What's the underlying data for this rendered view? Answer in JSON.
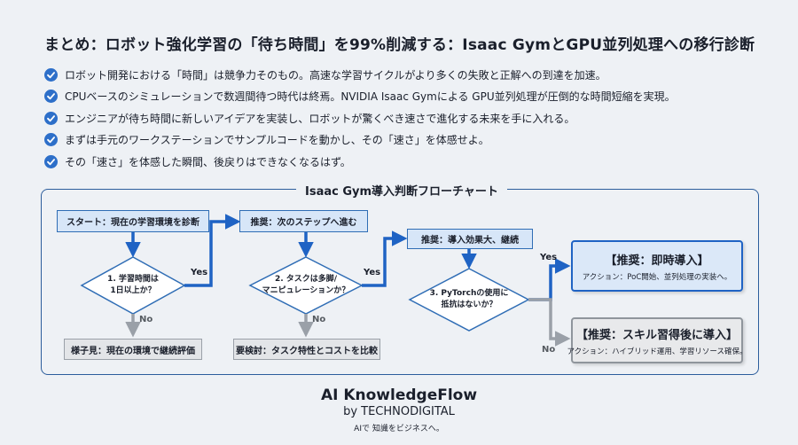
{
  "title": "まとめ：ロボット強化学習の「待ち時間」を99%削減する：Isaac GymとGPU並列処理への移行診断",
  "bullets": [
    "ロボット開発における「時間」は競争力そのもの。高速な学習サイクルがより多くの失敗と正解への到達を加速。",
    "CPUベースのシミュレーションで数週間待つ時代は終焉。NVIDIA Isaac Gymによる GPU並列処理が圧倒的な時間短縮を実現。",
    "エンジニアが待ち時間に新しいアイデアを実装し、ロボットが驚くべき速さで進化する未来を手に入れる。",
    "まずは手元のワークステーションでサンプルコードを動かし、その「速さ」を体感せよ。",
    "その「速さ」を体感した瞬間、後戻りはできなくなるはず。"
  ],
  "flowchart": {
    "title": "Isaac Gym導入判断フローチャート",
    "start": "スタート：現在の学習環境を診断",
    "q1": [
      "1. 学習時間は",
      "1日以上か？"
    ],
    "no1": "様子見：現在の環境で継続評価",
    "next": "推奨：次のステップへ進む",
    "q2": [
      "2. タスクは多脚/",
      "マニピュレーションか？"
    ],
    "no2": "要検討：タスク特性とコストを比較",
    "big": "推奨：導入効果大、継続",
    "q3": [
      "3. PyTorchの使用に",
      "抵抗はないか？"
    ],
    "rec1_head": "【推奨：即時導入】",
    "rec1_sub": "アクション：PoC開始、並列処理の実装へ。",
    "rec2_head": "【推奨：スキル習得後に導入】",
    "rec2_sub": "アクション：ハイブリッド運用、学習リソース確保。",
    "yes": "Yes",
    "no": "No"
  },
  "brand": {
    "name": "AI KnowledgeFlow",
    "by": "by TECHNODIGITAL",
    "tagline": "AIで 知識をビジネスへ。"
  },
  "colors": {
    "accent_blue": "#1f63c4",
    "check_blue": "#2d6fc9",
    "grey_path": "#9aa0a8"
  },
  "icons": [
    "check-circle-icon",
    "arrow-icon"
  ]
}
